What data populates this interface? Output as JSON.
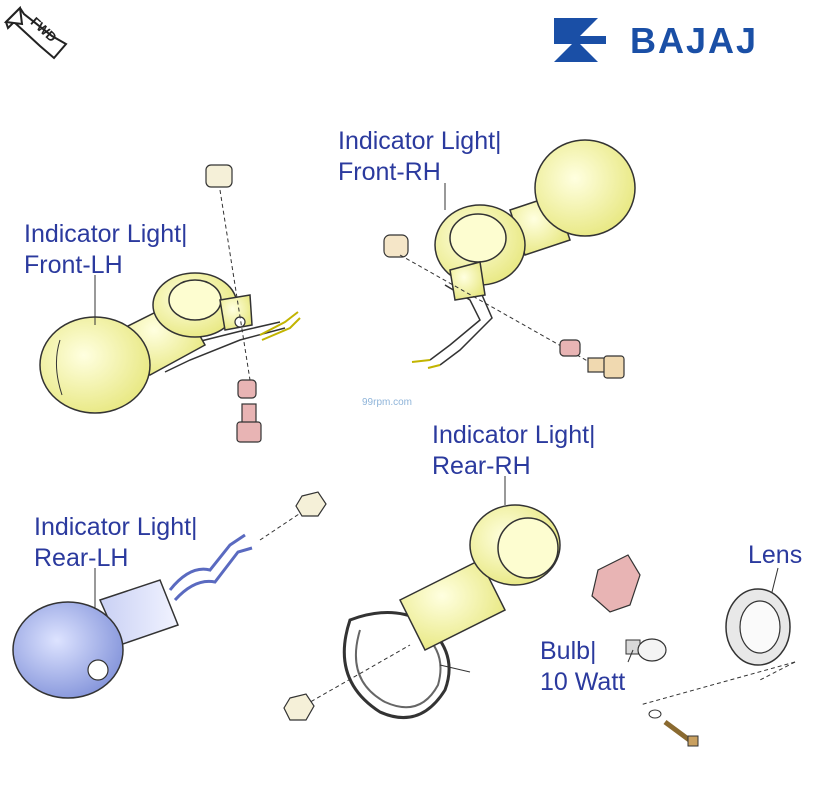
{
  "brand": {
    "name": "BAJAJ",
    "color": "#1a4fa6"
  },
  "fwd_badge": {
    "text": "FWD"
  },
  "watermark": "99rpm.com",
  "labels": {
    "front_rh": {
      "line1": "Indicator Light|",
      "line2": "Front-RH"
    },
    "front_lh": {
      "line1": "Indicator Light|",
      "line2": "Front-LH"
    },
    "rear_rh": {
      "line1": "Indicator Light|",
      "line2": "Rear-RH"
    },
    "rear_lh": {
      "line1": "Indicator Light|",
      "line2": "Rear-LH"
    },
    "lens": {
      "line1": "Lens"
    },
    "bulb": {
      "line1": "Bulb|",
      "line2": "10 Watt"
    }
  },
  "colors": {
    "label_text": "#2b3a9e",
    "indicator_yellow": "#f2f29a",
    "rear_lh_blue": "#8f9fe0",
    "fastener_pink": "#e8b4b4",
    "outline": "#333333"
  }
}
